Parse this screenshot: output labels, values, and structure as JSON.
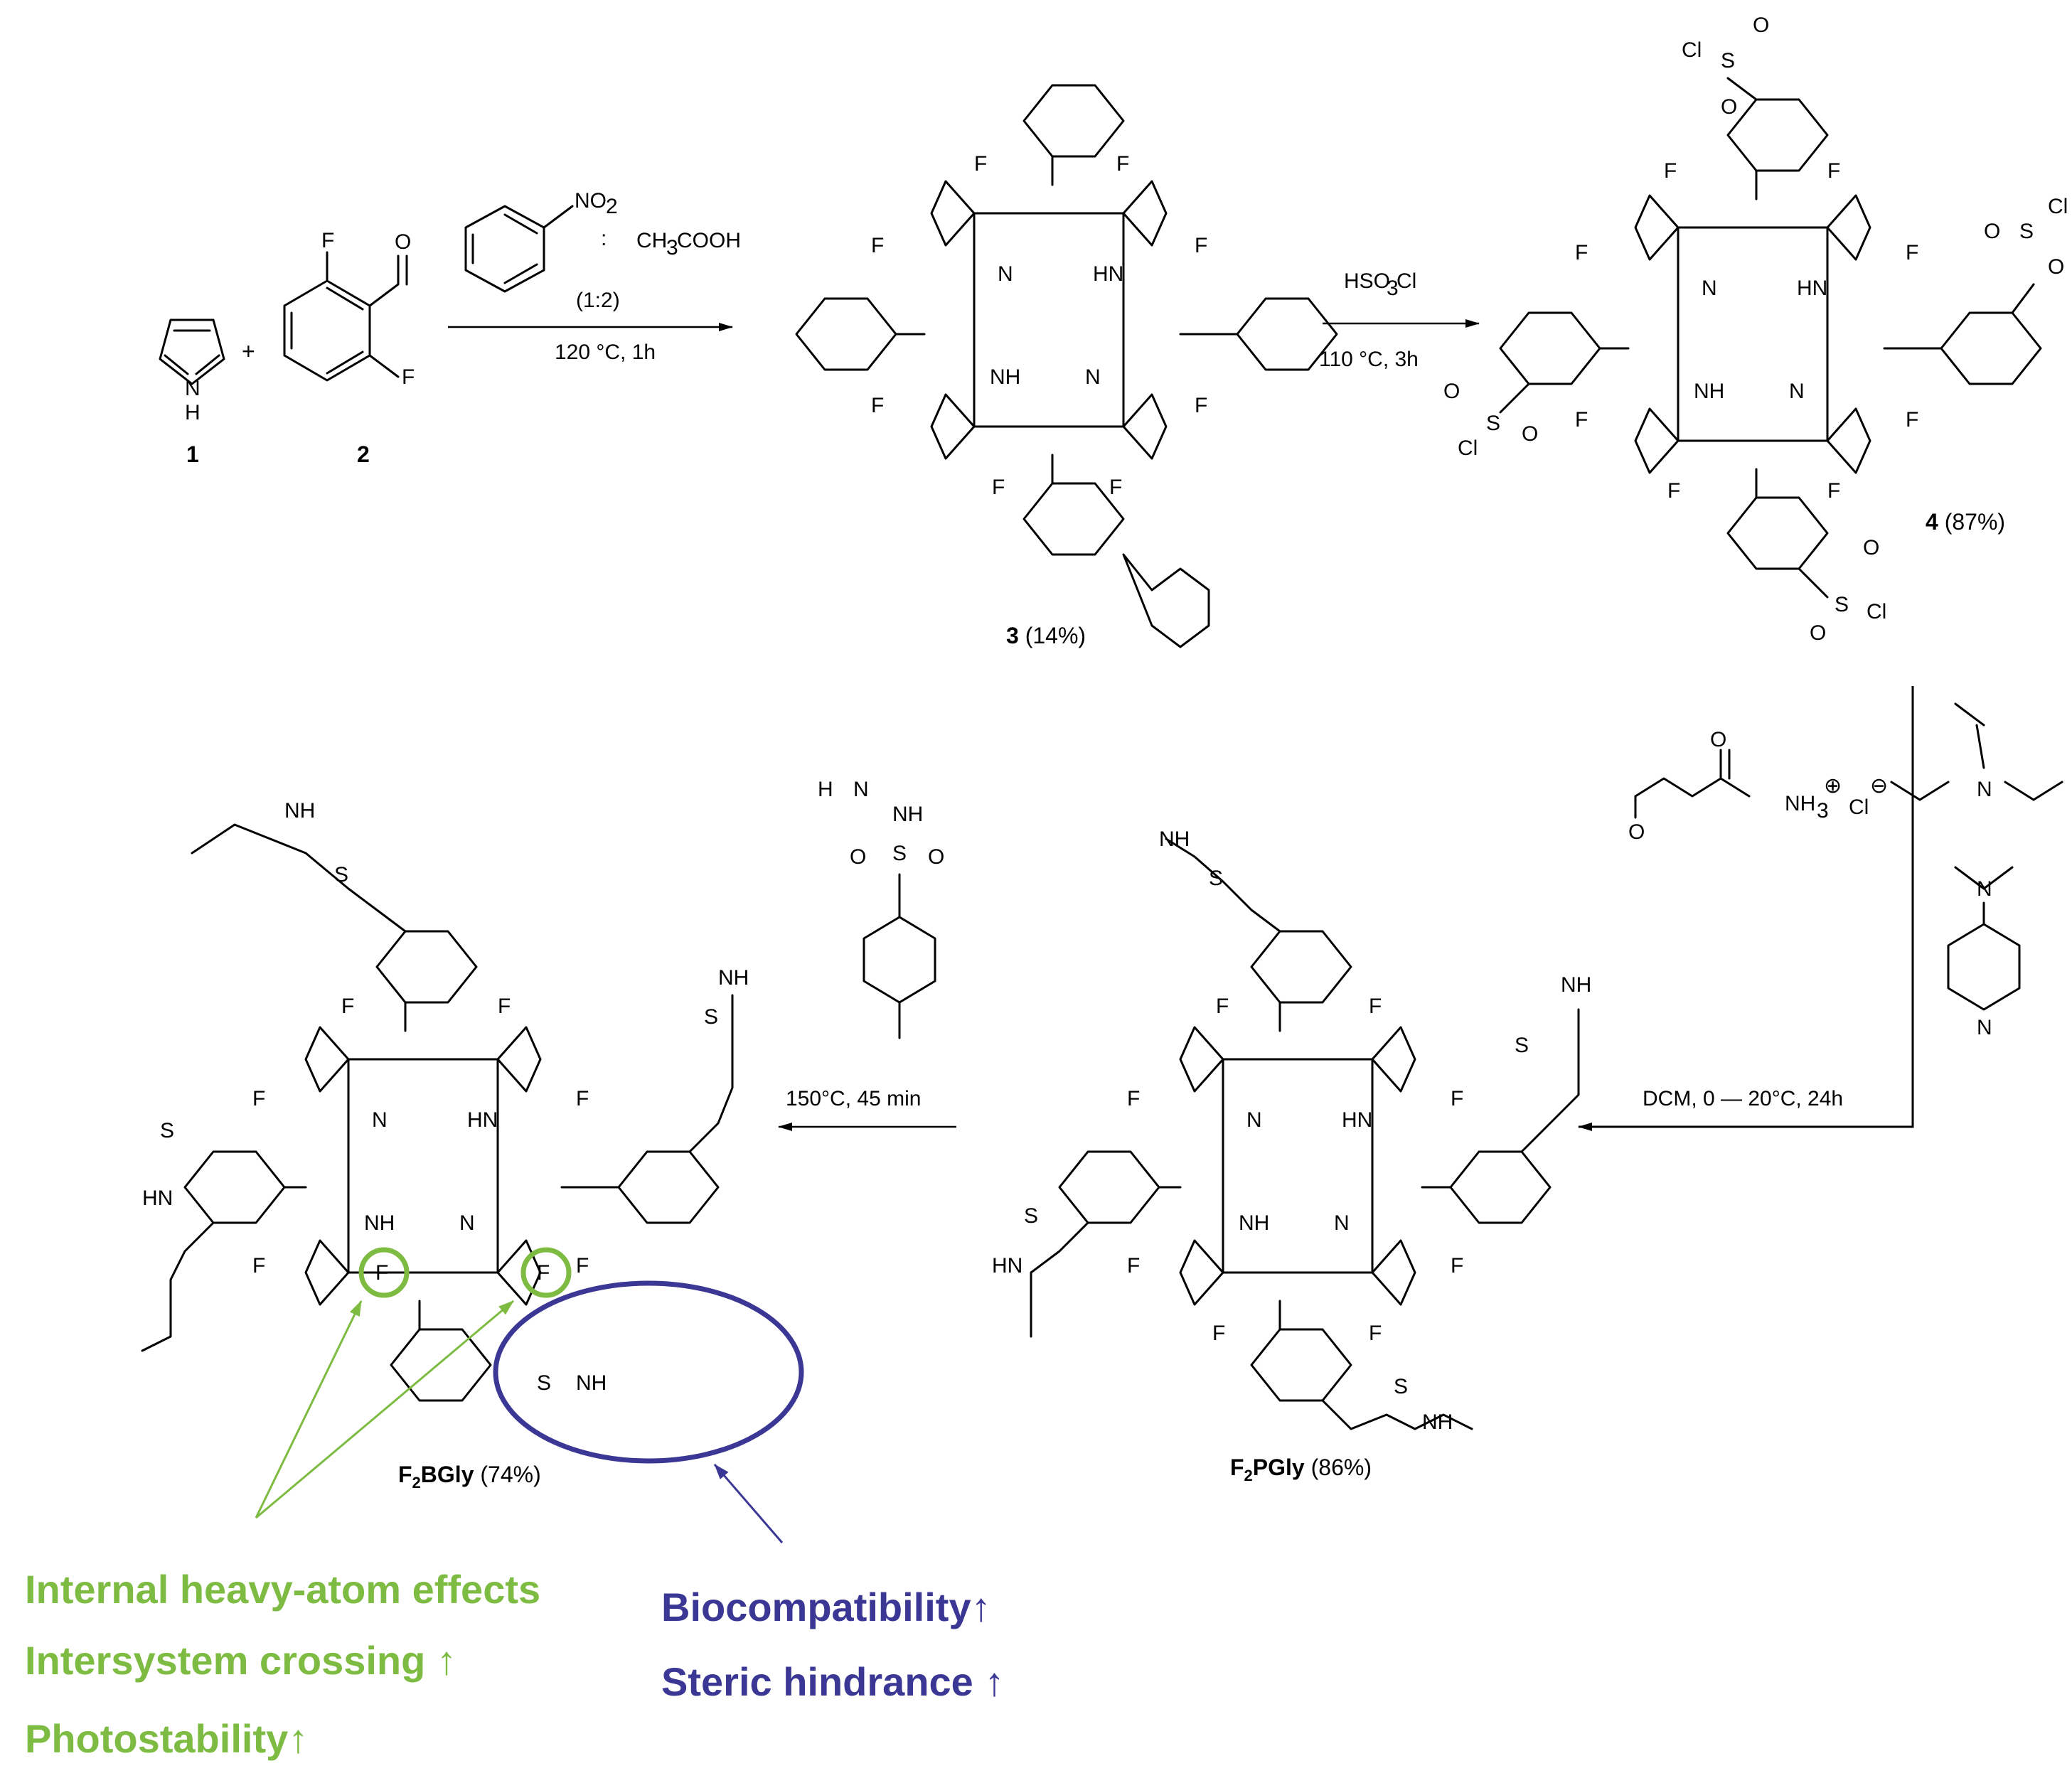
{
  "colors": {
    "green": "#7dbb42",
    "purple": "#3b3795",
    "black": "#000000"
  },
  "compounds": {
    "c1": "1",
    "c2": "2",
    "c3": {
      "num": "3",
      "yield": " (14%)"
    },
    "c4": {
      "num": "4",
      "yield": " (87%)"
    },
    "f2pgly": {
      "prefix": "F",
      "sub": "2",
      "suffix": "PGly",
      "yield": " (86%)"
    },
    "f2bgly": {
      "prefix": "F",
      "sub": "2",
      "suffix": "BGly",
      "yield": " (74%)"
    }
  },
  "atoms": {
    "F": "F",
    "N": "N",
    "H": "H",
    "NH": "NH",
    "HN": "HN",
    "O": "O",
    "S": "S",
    "Cl": "Cl",
    "NO": "NO",
    "two": "2",
    "H2N": "H",
    "N_H": "N",
    "plus": "⊕",
    "minus": "⊖"
  },
  "step1": {
    "ratio_sep": ":",
    "acid_a": "CH",
    "acid_b": "3",
    "acid_c": "COOH",
    "ratio": "(1:2)",
    "conditions": "120 °C, 1h",
    "plus_sign": "+"
  },
  "step2": {
    "reagent_a": "HSO",
    "reagent_b": "3",
    "reagent_c": "Cl",
    "conditions": "110 °C, 3h"
  },
  "step3": {
    "amine": "NH",
    "amine_sub": "3",
    "counter": "Cl",
    "conditions": "DCM, 0 — 20°C, 24h"
  },
  "step4": {
    "conditions": "150°C, 45 min"
  },
  "annotations": {
    "green": [
      "Internal heavy-atom effects",
      "Intersystem crossing ↑",
      "Photostability↑"
    ],
    "purple": [
      "Biocompatibility↑",
      "Steric hindrance ↑"
    ]
  }
}
